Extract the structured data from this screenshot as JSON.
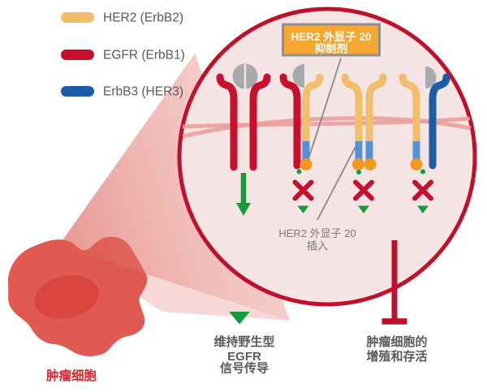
{
  "legend": {
    "items": [
      {
        "label": "HER2 (ErbB2)",
        "color": "#F0BE6A"
      },
      {
        "label": "EGFR (ErbB1)",
        "color": "#C8102E"
      },
      {
        "label": "ErbB3 (HER3)",
        "color": "#1D5CA9"
      }
    ]
  },
  "magnified_view": {
    "inhibitor_box": {
      "line1": "HER2 外显子 20",
      "line2": "抑制剂",
      "fill": "#F5A730",
      "border_color": "#8F9194"
    },
    "insertion_label": {
      "line1": "HER2 外显子 20",
      "line2": "插入"
    }
  },
  "annotations": {
    "egfr_signaling": {
      "line1": "维持野生型",
      "line2": "EGFR",
      "line3": "信号传导"
    },
    "tumor_proliferation": {
      "line1": "肿瘤细胞的",
      "line2": "增殖和存活"
    },
    "tumor_cell_label": "肿瘤细胞"
  },
  "colors": {
    "accent_red": "#C8102E",
    "circle_border": "#C0112C",
    "circle_fill": "#F4E5E4",
    "her2_yellow": "#F2BE6B",
    "erbb3_blue": "#1D5CA9",
    "kinase_insert_blue": "#5591D4",
    "inhibitor_dot_orange": "#F0991E",
    "signal_green": "#149C3C",
    "membrane_salmon": "#E9A09C",
    "ligand_gray": "#A7A9AC",
    "pointer_gray": "#87888A",
    "caption_text": "#58595B",
    "tumor_body": "#E15A52",
    "tumor_nucleus": "#DA453F",
    "tumor_label_red": "#D5242B"
  }
}
